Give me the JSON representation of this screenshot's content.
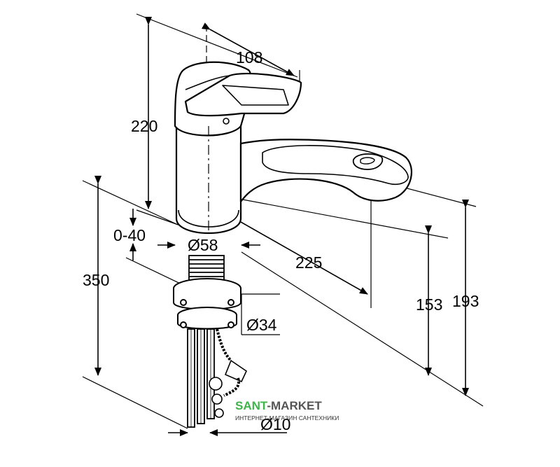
{
  "dimensions": {
    "spout_reach": "108",
    "height_220": "220",
    "adjust_range": "0-40",
    "body_diameter": "Ø58",
    "projection_225": "225",
    "total_350": "350",
    "hole_diameter": "Ø34",
    "connection_diameter": "Ø10",
    "height_153": "153",
    "height_193": "193"
  },
  "watermark": {
    "brand_part1": "SANT",
    "brand_part2": "-MARKET",
    "tagline": "ИНТЕРНЕТ-МАГАЗИН САНТЕХНИКИ"
  },
  "colors": {
    "line": "#000000",
    "brand_green": "#3db54a",
    "brand_gray": "#555555"
  }
}
